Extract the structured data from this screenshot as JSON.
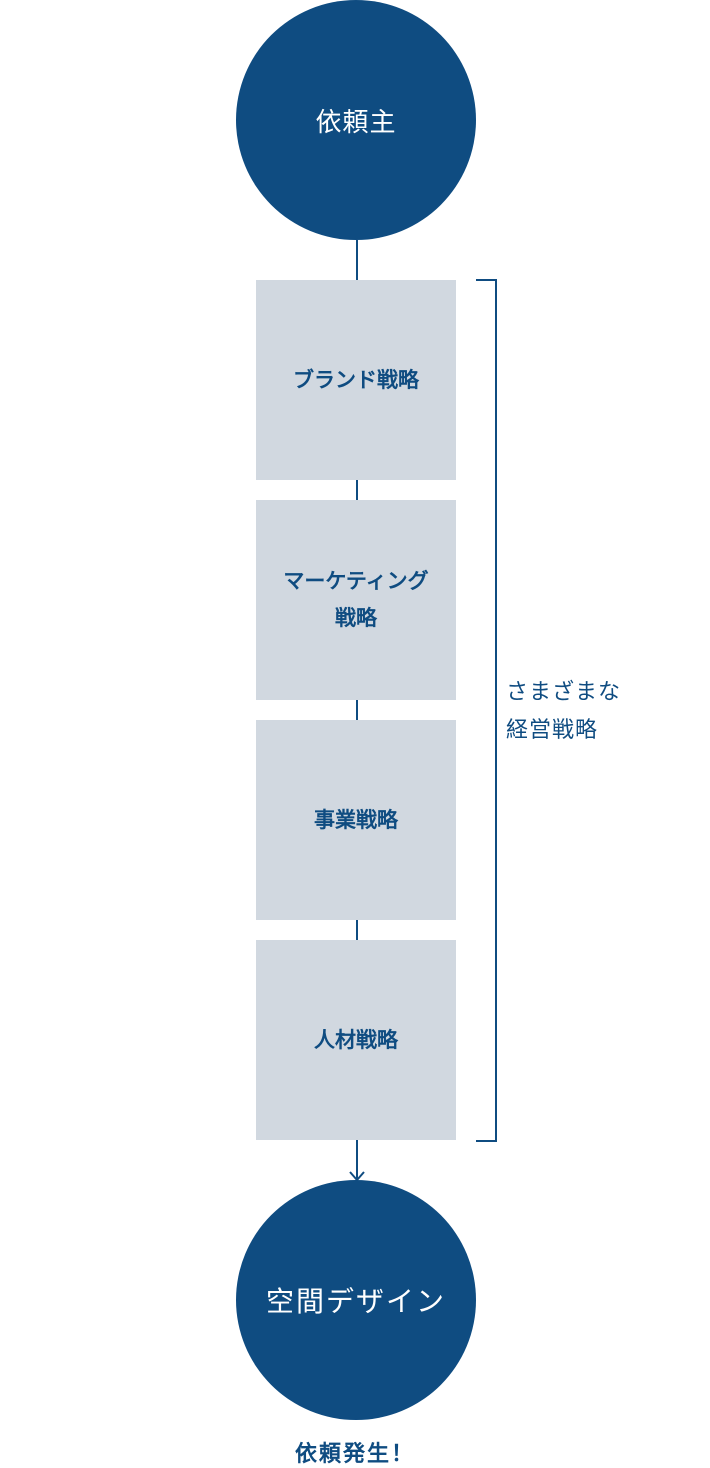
{
  "top_node": {
    "label": "依頼主"
  },
  "strategies": [
    {
      "lines": [
        "ブランド戦略"
      ]
    },
    {
      "lines": [
        "マーケティング",
        "戦略"
      ]
    },
    {
      "lines": [
        "事業戦略"
      ]
    },
    {
      "lines": [
        "人材戦略"
      ]
    }
  ],
  "bracket_label": {
    "lines": [
      "さまざまな",
      "経営戦略"
    ]
  },
  "bottom_node": {
    "label": "空間デザイン"
  },
  "footer": {
    "label": "依頼発生！"
  },
  "colors": {
    "primary": "#0f4c81",
    "box_fill": "#d1d8e0",
    "background": "#ffffff"
  }
}
